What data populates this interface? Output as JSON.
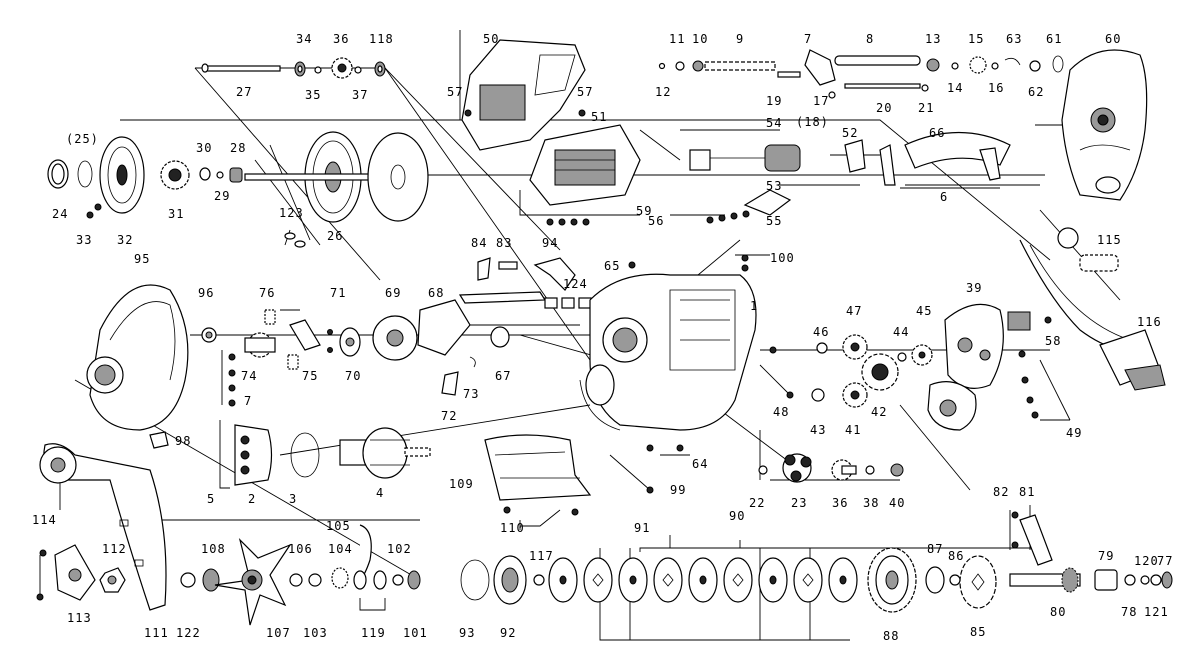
{
  "diagram": {
    "labels": {
      "l1": "1",
      "l2": "2",
      "l3": "3",
      "l4": "4",
      "l5": "5",
      "l6": "6",
      "l7": "7",
      "l8": "8",
      "l9": "9",
      "l10": "10",
      "l11": "11",
      "l12": "12",
      "l13": "13",
      "l14": "14",
      "l15": "15",
      "l16": "16",
      "l17": "17",
      "l18": "(18)",
      "l19": "19",
      "l20": "20",
      "l21": "21",
      "l22": "22",
      "l23": "23",
      "l24": "24",
      "l25": "(25)",
      "l26": "26",
      "l27": "27",
      "l28": "28",
      "l29": "29",
      "l30": "30",
      "l31": "31",
      "l32": "32",
      "l33": "33",
      "l34": "34",
      "l35": "35",
      "l36a": "36",
      "l36b": "36",
      "l37": "37",
      "l38": "38",
      "l39": "39",
      "l40": "40",
      "l41": "41",
      "l42": "42",
      "l43": "43",
      "l44": "44",
      "l45": "45",
      "l46": "46",
      "l47": "47",
      "l48": "48",
      "l49": "49",
      "l50": "50",
      "l51": "51",
      "l52": "52",
      "l53": "53",
      "l54": "54",
      "l55": "55",
      "l56": "56",
      "l57a": "57",
      "l57b": "57",
      "l58": "58",
      "l59": "59",
      "l60": "60",
      "l61": "61",
      "l62": "62",
      "l63": "63",
      "l64": "64",
      "l65": "65",
      "l66": "66",
      "l67": "67",
      "l68": "68",
      "l69": "69",
      "l70": "70",
      "l71": "71",
      "l72": "72",
      "l73": "73",
      "l74": "74",
      "l75": "75",
      "l76": "76",
      "l77": "77",
      "l78": "78",
      "l79": "79",
      "l80": "80",
      "l81": "81",
      "l82": "82",
      "l83": "83",
      "l84": "84",
      "l85": "85",
      "l86": "86",
      "l87": "87",
      "l88": "88",
      "l90": "90",
      "l91": "91",
      "l92": "92",
      "l93": "93",
      "l94": "94",
      "l95": "95",
      "l96": "96",
      "l97": "7",
      "l98": "98",
      "l99": "99",
      "l100": "100",
      "l101": "101",
      "l102": "102",
      "l103": "103",
      "l104": "104",
      "l105": "105",
      "l106": "106",
      "l107": "107",
      "l108": "108",
      "l109": "109",
      "l110": "110",
      "l111": "111",
      "l112": "112",
      "l113": "113",
      "l114": "114",
      "l115": "115",
      "l116": "116",
      "l117": "117",
      "l118": "118",
      "l119": "119",
      "l120": "120",
      "l121": "121",
      "l122": "122",
      "l123": "123",
      "l124": "124"
    }
  }
}
